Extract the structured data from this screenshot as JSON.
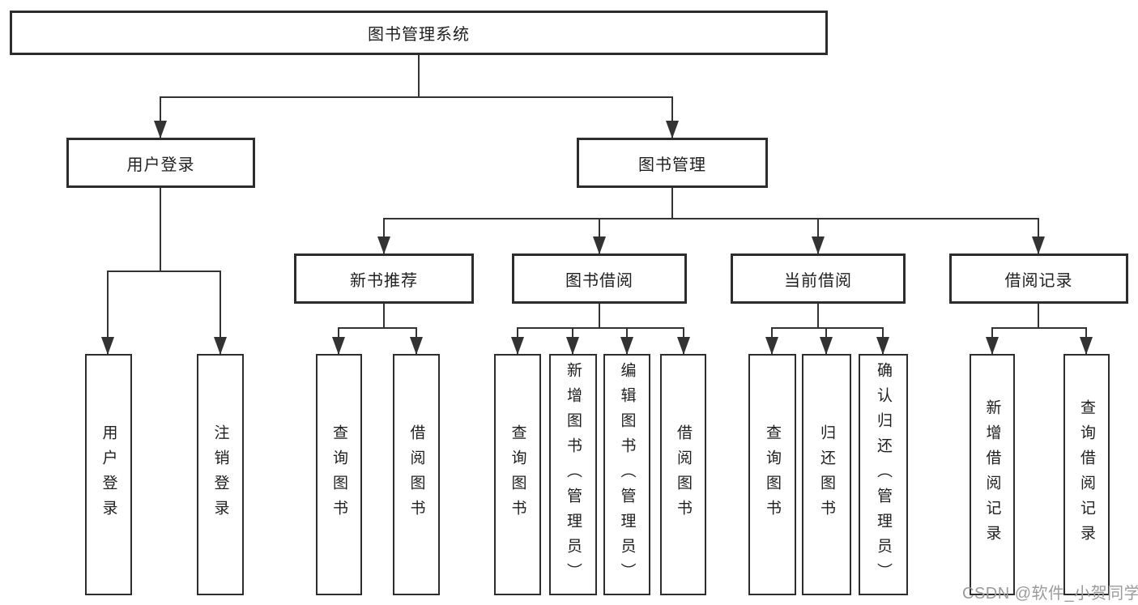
{
  "nodes": {
    "root": "图书管理系统",
    "user_login": "用户登录",
    "book_mgmt": "图书管理",
    "new_book_rec": "新书推荐",
    "book_borrow": "图书借阅",
    "current_borrow": "当前借阅",
    "borrow_record": "借阅记录",
    "leaf_user_login": "用户登录",
    "leaf_logout": "注销登录",
    "leaf_query_book_rec": "查询图书",
    "leaf_borrow_book_rec": "借阅图书",
    "leaf_query_book_borrow": "查询图书",
    "leaf_add_book": "新增图书（管理员）",
    "leaf_edit_book": "编辑图书（管理员）",
    "leaf_borrow_book_borrow": "借阅图书",
    "leaf_query_book_current": "查询图书",
    "leaf_return_book": "归还图书",
    "leaf_confirm_return": "确认归还（管理员）",
    "leaf_add_borrow_record": "新增借阅记录",
    "leaf_query_borrow_record": "查询借阅记录"
  },
  "watermark": "CSDN @软件_小贺同学",
  "colors": {
    "line": "#333333",
    "box_border": "#2d2d2d",
    "text": "#1f1f1f",
    "watermark": "#9b9b9b",
    "background": "#ffffff"
  }
}
